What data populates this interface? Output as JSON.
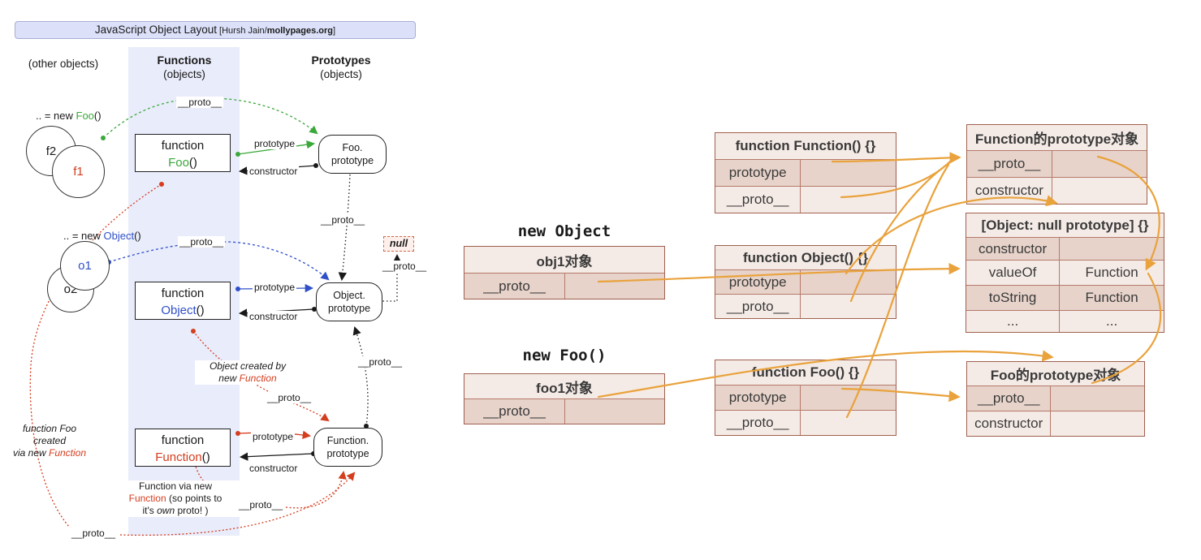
{
  "colors": {
    "green_accent": "#3aa83a",
    "red_accent": "#d43d1e",
    "blue_accent": "#3050c8",
    "orange_arrow": "#e9a23c",
    "table_border": "#a0604e",
    "table_row_dark": "#e7d3ca",
    "table_row_light": "#f5ebe6",
    "functions_band": "#e9ecfb",
    "title_bar_bg": "#dce1f9"
  },
  "left": {
    "title": {
      "main": "JavaScript Object Layout",
      "credit_open": " [Hursh Jain/",
      "credit_site": "mollypages.org",
      "credit_close": "]"
    },
    "columns": {
      "other": "(other objects)",
      "functions": "Functions",
      "functions_sub": "(objects)",
      "prototypes": "Prototypes",
      "prototypes_sub": "(objects)"
    },
    "labels": {
      "proto": "__proto__",
      "prototype": "prototype",
      "constructor": "constructor",
      "null_text": "null"
    },
    "foo": {
      "new_prefix": ".. = new ",
      "new_name": "Foo",
      "new_suffix": "()",
      "back_circle": "f2",
      "front_circle": "f1",
      "fn_word": "function",
      "fn_name": "Foo",
      "fn_parens": "()",
      "proto_line1": "Foo.",
      "proto_line2": "prototype"
    },
    "object": {
      "new_prefix": ".. = new ",
      "new_name": "Object",
      "new_suffix": "()",
      "back_circle": "o2",
      "front_circle": "o1",
      "fn_word": "function",
      "fn_name": "Object",
      "fn_parens": "()",
      "proto_line1": "Object.",
      "proto_line2": "prototype"
    },
    "function": {
      "fn_word": "function",
      "fn_name": "Function",
      "fn_parens": "()",
      "proto_line1": "Function.",
      "proto_line2": "prototype"
    },
    "annotations": {
      "object_created_l1": "Object created by",
      "object_created_l2a": "new ",
      "object_created_l2b": "Function",
      "function_via_l1": "Function via new",
      "function_via_l2a": "Function",
      "function_via_l2b": " (so points to",
      "function_via_l3a": "it's ",
      "function_via_l3b": "own",
      "function_via_l3c": " proto! )",
      "foo_created_l1": "function Foo",
      "foo_created_l2": "created",
      "foo_created_l3a": "via new ",
      "foo_created_l3b": "Function"
    }
  },
  "right": {
    "heading_new_object": "new Object",
    "heading_new_foo": "new Foo()",
    "tables": {
      "function_function": {
        "title": "function Function() {}",
        "rows": [
          [
            "prototype",
            ""
          ],
          [
            "__proto__",
            ""
          ]
        ]
      },
      "function_prototype": {
        "title": "Function的prototype对象",
        "rows": [
          [
            "__proto__",
            ""
          ],
          [
            "constructor",
            ""
          ]
        ]
      },
      "object_null_prototype": {
        "title": "[Object: null prototype] {}",
        "rows": [
          [
            "constructor",
            ""
          ],
          [
            "valueOf",
            "Function"
          ],
          [
            "toString",
            "Function"
          ],
          [
            "...",
            "..."
          ]
        ]
      },
      "obj1": {
        "title": "obj1对象",
        "rows": [
          [
            "__proto__",
            ""
          ]
        ]
      },
      "function_object": {
        "title": "function Object() {}",
        "rows": [
          [
            "prototype",
            ""
          ],
          [
            "__proto__",
            ""
          ]
        ]
      },
      "foo1": {
        "title": "foo1对象",
        "rows": [
          [
            "__proto__",
            ""
          ]
        ]
      },
      "function_foo": {
        "title": "function Foo() {}",
        "rows": [
          [
            "prototype",
            ""
          ],
          [
            "__proto__",
            ""
          ]
        ]
      },
      "foo_prototype": {
        "title": "Foo的prototype对象",
        "rows": [
          [
            "__proto__",
            ""
          ],
          [
            "constructor",
            ""
          ]
        ]
      }
    }
  }
}
